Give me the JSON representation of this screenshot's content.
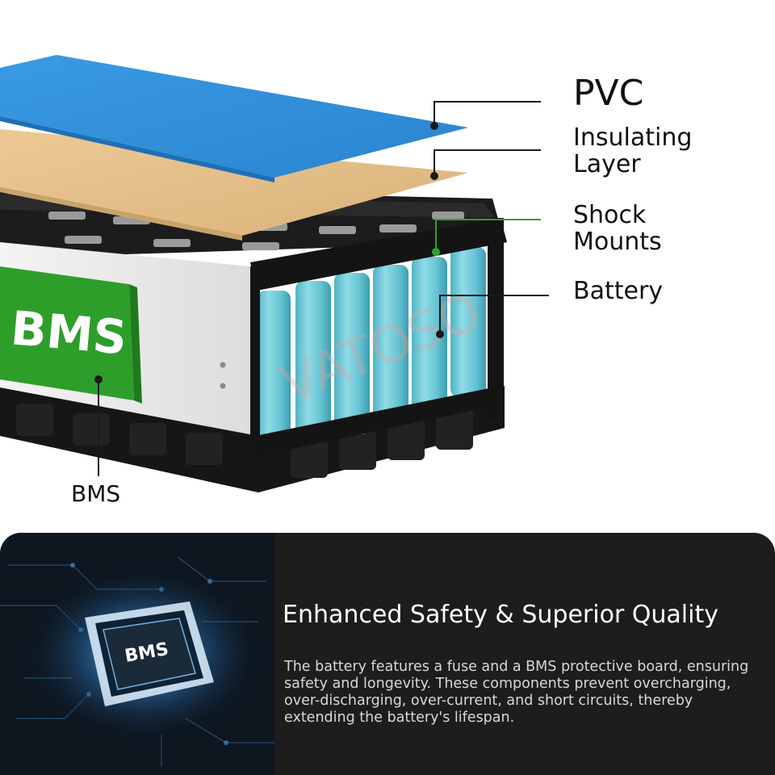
{
  "diagram": {
    "labels": {
      "pvc": "PVC",
      "insulating": "Insulating Layer",
      "shock": "Shock Mounts",
      "battery": "Battery",
      "bms_callout": "BMS"
    },
    "board_label": "BMS",
    "watermark": "VATOSO",
    "colors": {
      "pvc_layer": "#2f8fdc",
      "insulating_layer": "#e3bf87",
      "cells": "#6fc9d6",
      "holder": "#151515",
      "board": "#2e9e2a",
      "leader_lines": "#1a1a1a",
      "shock_leader": "#2ca32c"
    }
  },
  "info_panel": {
    "title": "Enhanced Safety & Superior Quality",
    "body": "The battery features a fuse and a BMS protective board, ensuring safety and longevity. These components prevent overcharging, over-discharging, over-current, and short circuits, thereby extending the battery's lifespan.",
    "chip_label": "BMS",
    "colors": {
      "background": "#1d1d1d",
      "chip_glow": "#9fd4ff"
    }
  }
}
